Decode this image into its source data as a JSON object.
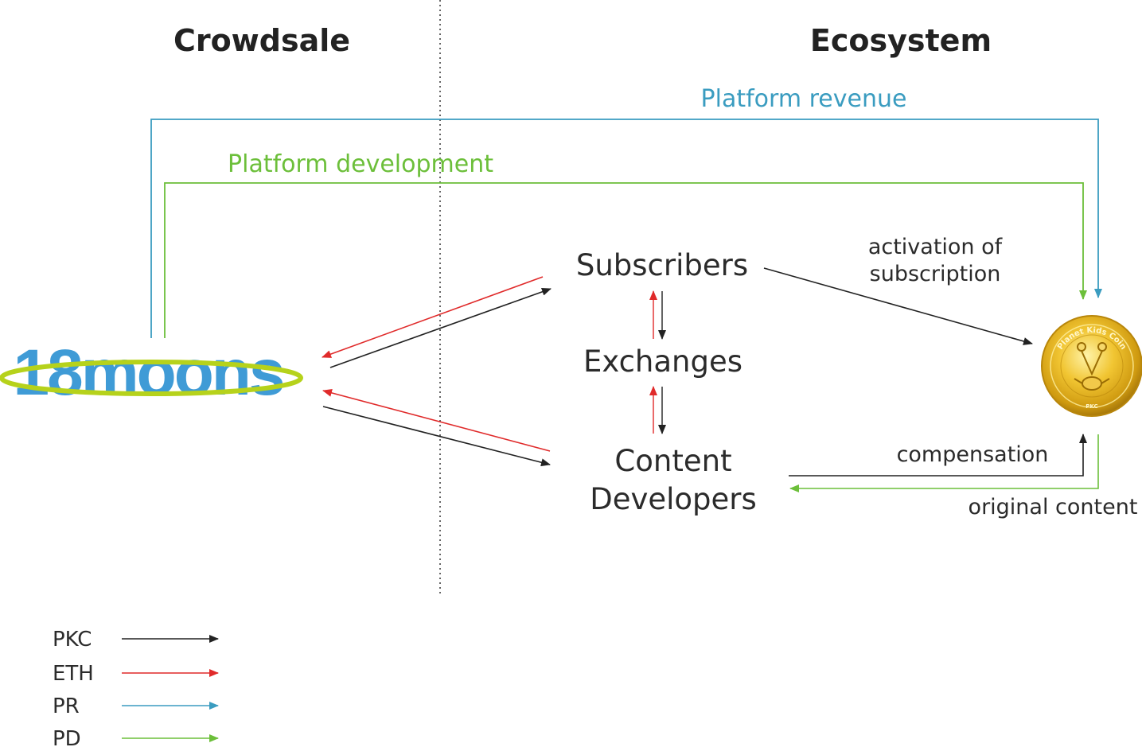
{
  "headers": {
    "left": "Crowdsale",
    "right": "Ecosystem"
  },
  "flows": {
    "platform_revenue": "Platform revenue",
    "platform_development": "Platform development",
    "activation_line1": "activation of",
    "activation_line2": "subscription",
    "compensation": "compensation",
    "original_content": "original content"
  },
  "nodes": {
    "logo": "18moons",
    "subscribers": "Subscribers",
    "exchanges": "Exchanges",
    "content_line1": "Content",
    "content_line2": "Developers",
    "coin_ring_text": "Planet Kids Coin",
    "coin_bottom_text": "PKC"
  },
  "legend": [
    {
      "label": "PKC",
      "color": "#222222"
    },
    {
      "label": "ETH",
      "color": "#e02a2a"
    },
    {
      "label": "PR",
      "color": "#3a9cc0"
    },
    {
      "label": "PD",
      "color": "#6cbf3a"
    }
  ],
  "colors": {
    "pkc": "#222222",
    "eth": "#e02a2a",
    "pr": "#3a9cc0",
    "pd": "#6cbf3a",
    "logo_blue": "#3f9bd6",
    "logo_ring": "#b6d21b",
    "coin_gold": "#e2b317"
  }
}
